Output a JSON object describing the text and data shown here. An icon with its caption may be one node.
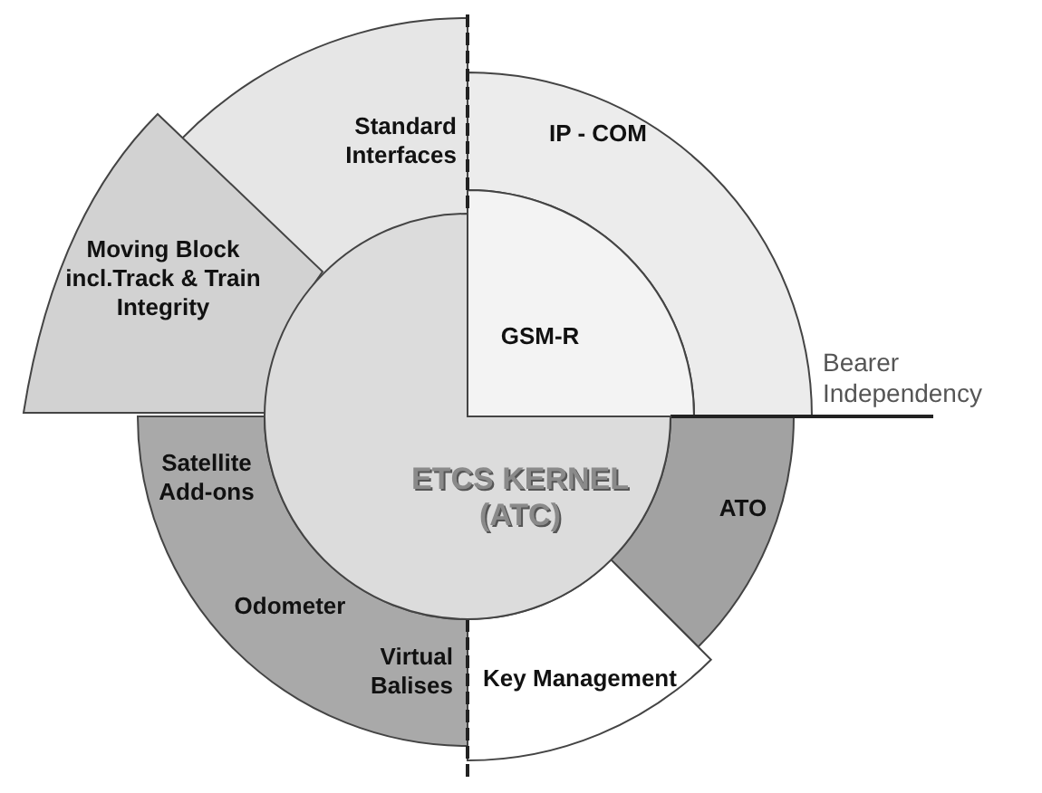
{
  "diagram": {
    "nodes": [
      {
        "text": [
          "Standard Interfaces"
        ]
      },
      {
        "text": [
          "IP - COM"
        ]
      },
      {
        "text": [
          "Moving Block incl.Track & Train Integrity"
        ]
      },
      {
        "text": [
          "GSM-R"
        ]
      },
      {
        "text": [
          "ETCS KERNEL (ATC)"
        ]
      },
      {
        "text": [
          "Satellite Add-ons",
          "Odometer",
          "Virtual Balises"
        ]
      },
      {
        "text": [
          "ATO"
        ]
      },
      {
        "text": [
          "Key Management"
        ]
      }
    ],
    "labels": [
      "Bearer Independency"
    ]
  }
}
